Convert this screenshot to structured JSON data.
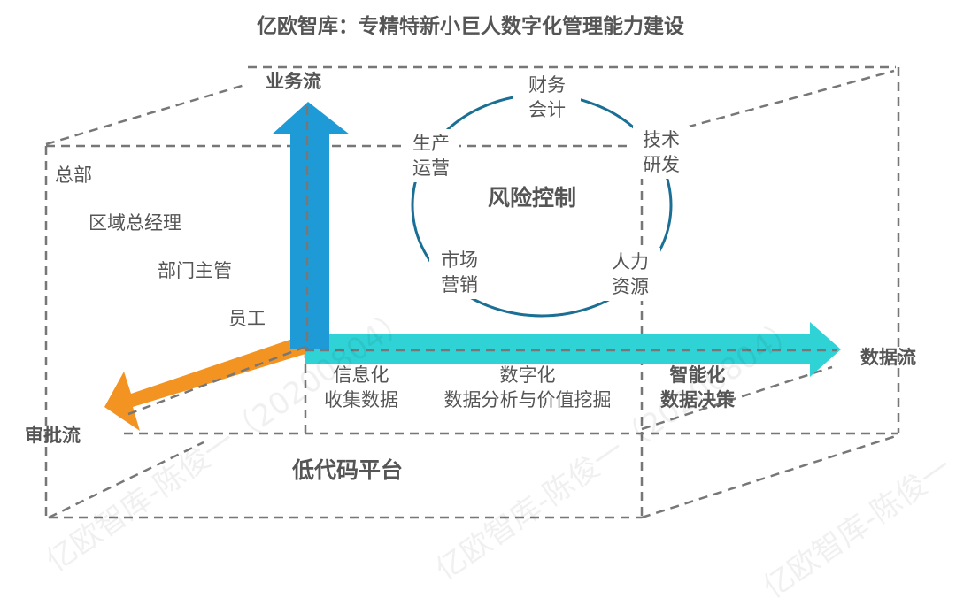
{
  "title": "亿欧智库：专精特新小巨人数字化管理能力建设",
  "axes": {
    "business_flow": "业务流",
    "data_flow": "数据流",
    "approval_flow": "审批流"
  },
  "hierarchy": [
    "总部",
    "区域总经理",
    "部门主管",
    "员工"
  ],
  "risk_cycle": {
    "center": "风险控制",
    "items": [
      {
        "line1": "财务",
        "line2": "会计"
      },
      {
        "line1": "生产",
        "line2": "运营"
      },
      {
        "line1": "技术",
        "line2": "研发"
      },
      {
        "line1": "市场",
        "line2": "营销"
      },
      {
        "line1": "人力",
        "line2": "资源"
      }
    ]
  },
  "stages": [
    {
      "title": "信息化",
      "desc": "收集数据"
    },
    {
      "title": "数字化",
      "desc": "数据分析与价值挖掘"
    },
    {
      "title": "智能化",
      "desc": "数据决策"
    }
  ],
  "platform": "低代码平台",
  "watermark": "亿欧智库-陈俊一（20200804）",
  "colors": {
    "business": "#1e9bd7",
    "data": "#2fd3d6",
    "approval": "#f39322",
    "cycle": "#1b6f95",
    "dash": "#777777"
  }
}
